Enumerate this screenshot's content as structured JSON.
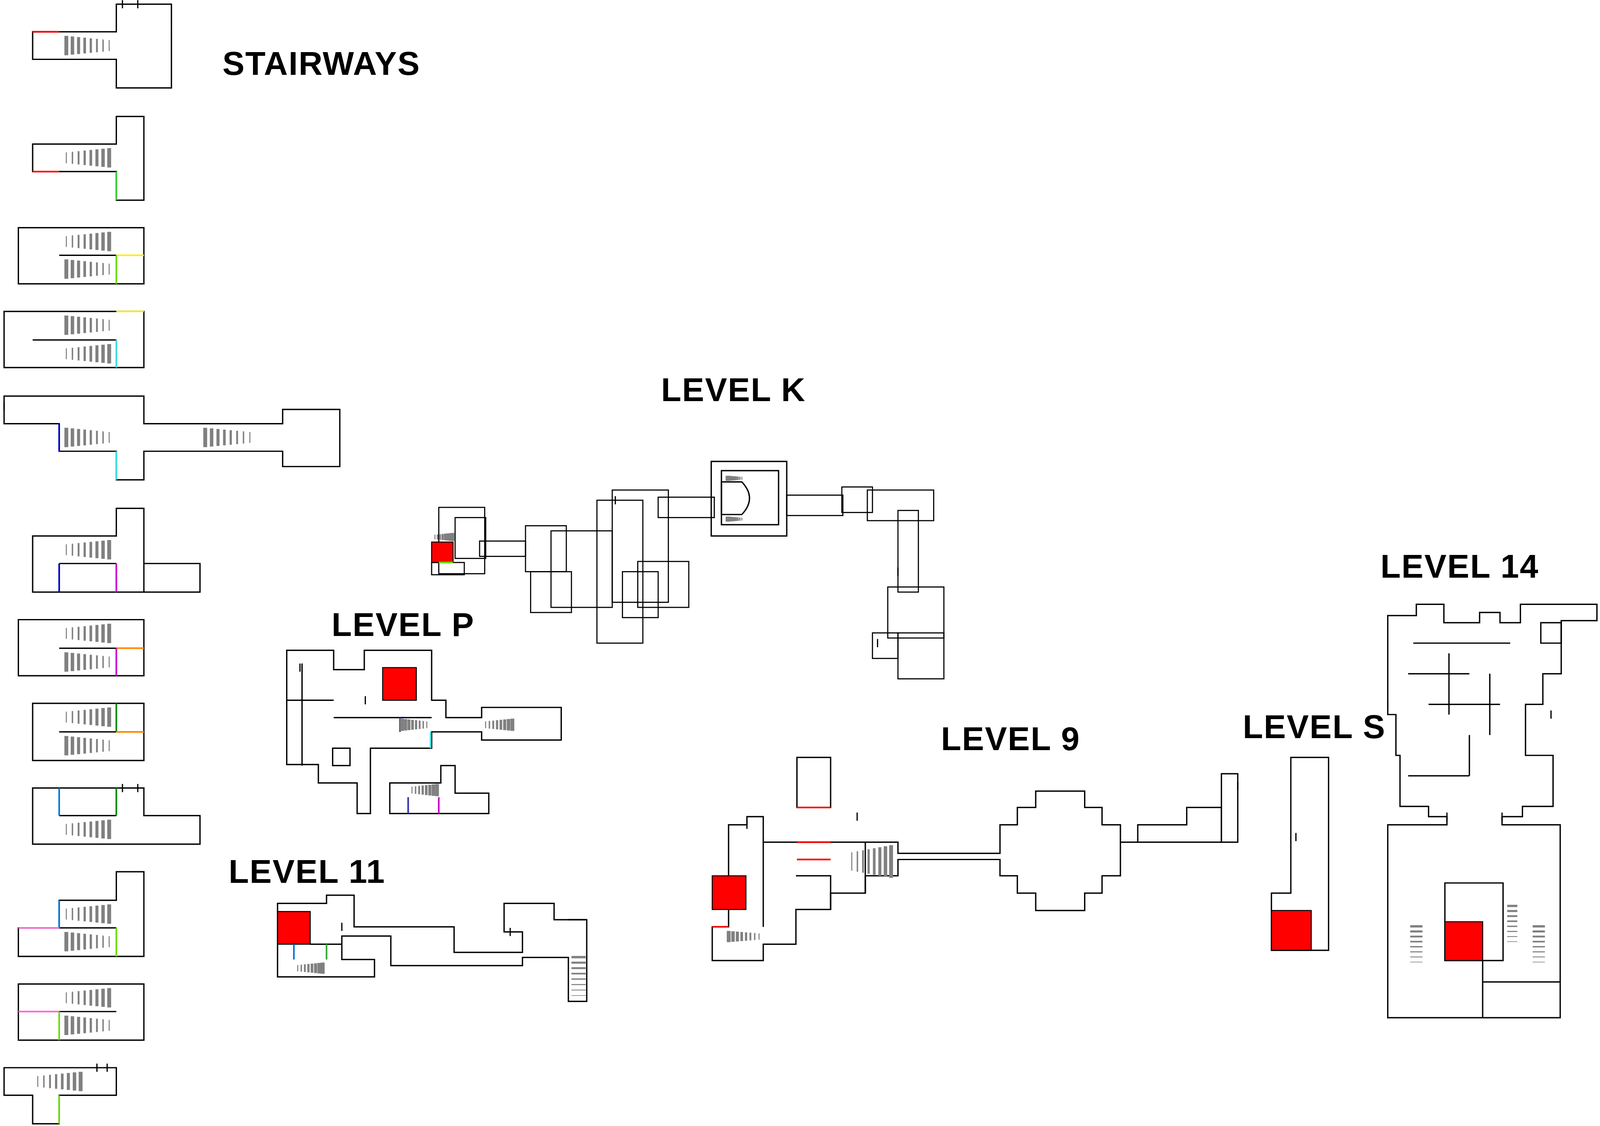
{
  "diagram": {
    "labels": [
      "STAIRWAYS",
      "LEVEL K",
      "LEVEL P",
      "LEVEL 11",
      "LEVEL 9",
      "LEVEL S",
      "LEVEL 14"
    ]
  }
}
